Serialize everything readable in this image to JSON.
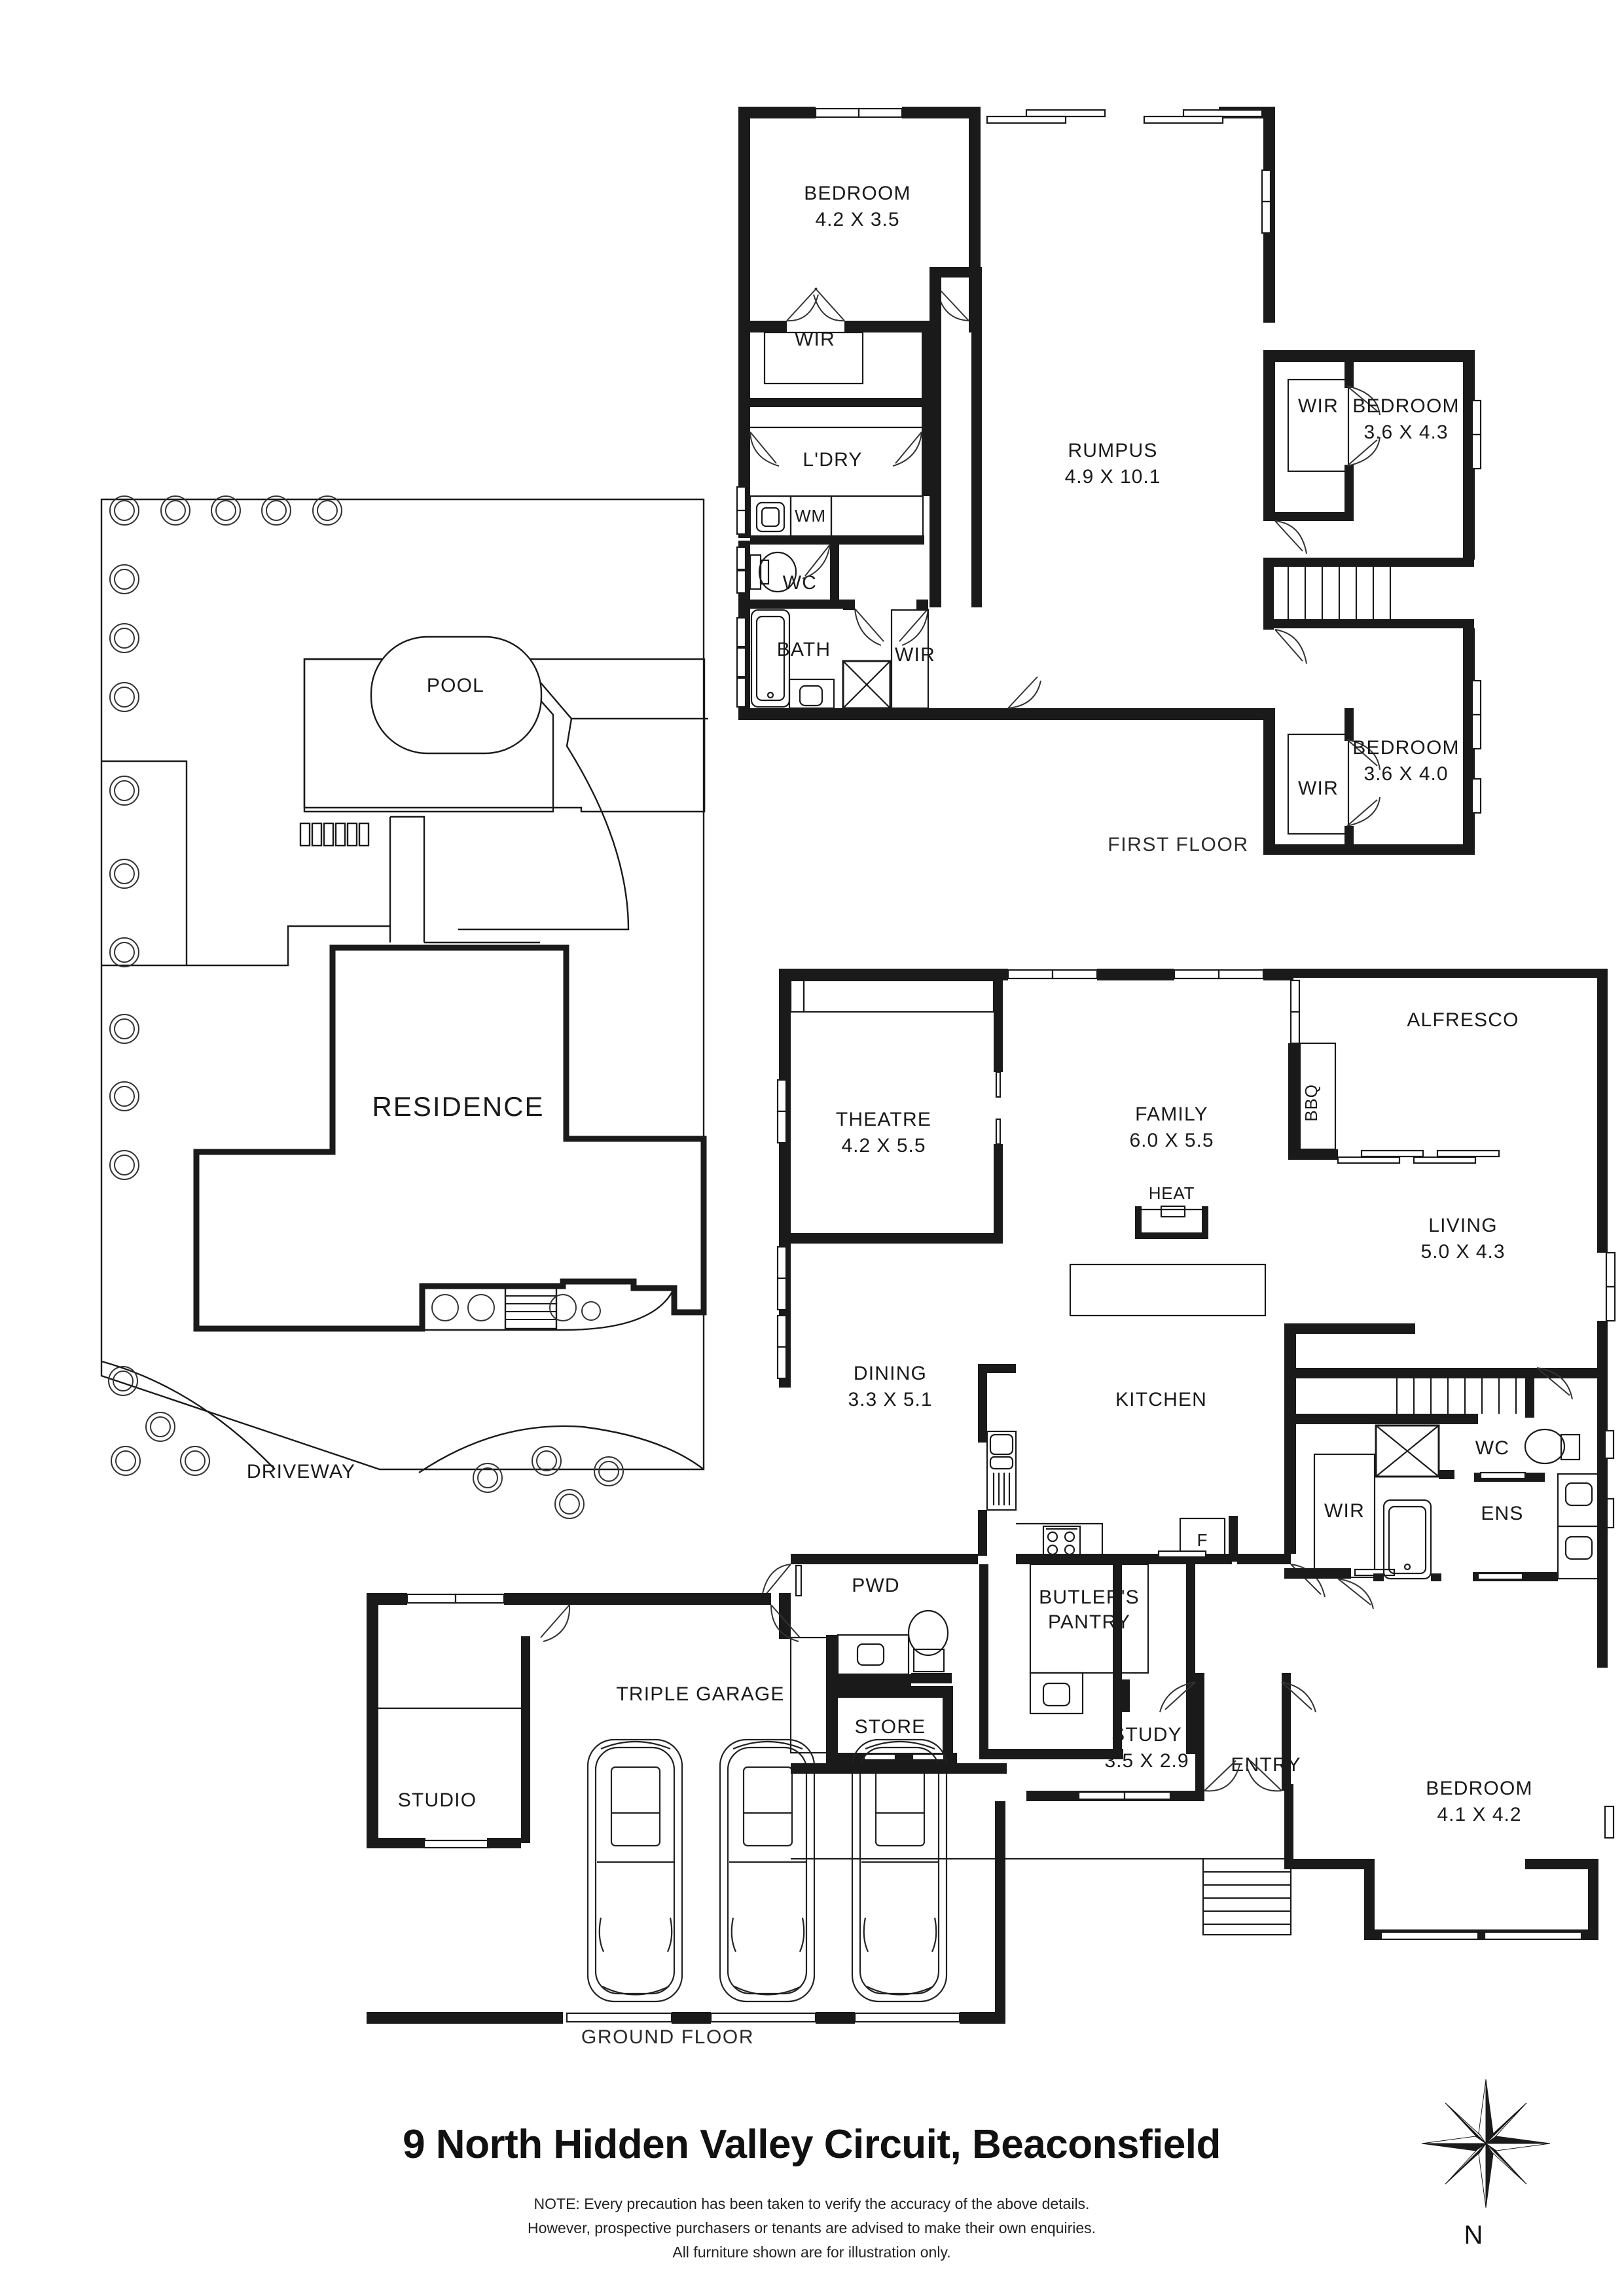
{
  "title": "9 North Hidden Valley Circuit, Beaconsfield",
  "notes": [
    "NOTE: Every precaution has been taken to verify the accuracy of the above details.",
    "However, prospective purchasers or tenants are advised to make their own enquiries.",
    "All furniture shown are for illustration only."
  ],
  "compass": {
    "label": "N",
    "icon": "compass-rose-icon"
  },
  "floors": {
    "first": {
      "label": "FIRST FLOOR"
    },
    "ground": {
      "label": "GROUND FLOOR"
    }
  },
  "site_plan": {
    "pool_label": "POOL",
    "residence_label": "RESIDENCE",
    "driveway_label": "DRIVEWAY"
  },
  "first_floor_rooms": [
    {
      "name": "BEDROOM",
      "dim": "4.2 X 3.5"
    },
    {
      "name": "WIR",
      "dim": ""
    },
    {
      "name": "L'DRY",
      "dim": ""
    },
    {
      "name": "WM",
      "dim": ""
    },
    {
      "name": "WC",
      "dim": ""
    },
    {
      "name": "BATH",
      "dim": ""
    },
    {
      "name": "WIR",
      "dim": ""
    },
    {
      "name": "RUMPUS",
      "dim": "4.9 X 10.1"
    },
    {
      "name": "WIR",
      "dim": ""
    },
    {
      "name": "BEDROOM",
      "dim": "3.6 X 4.3"
    },
    {
      "name": "WIR",
      "dim": ""
    },
    {
      "name": "BEDROOM",
      "dim": "3.6 X 4.0"
    }
  ],
  "ground_floor_rooms": [
    {
      "name": "THEATRE",
      "dim": "4.2 X 5.5"
    },
    {
      "name": "FAMILY",
      "dim": "6.0 X 5.5"
    },
    {
      "name": "BBQ",
      "dim": ""
    },
    {
      "name": "ALFRESCO",
      "dim": ""
    },
    {
      "name": "HEAT",
      "dim": ""
    },
    {
      "name": "LIVING",
      "dim": "5.0 X 4.3"
    },
    {
      "name": "DINING",
      "dim": "3.3 X 5.1"
    },
    {
      "name": "KITCHEN",
      "dim": ""
    },
    {
      "name": "F",
      "dim": ""
    },
    {
      "name": "WC",
      "dim": ""
    },
    {
      "name": "PWD",
      "dim": ""
    },
    {
      "name": "BUTLER'S PANTRY",
      "dim": ""
    },
    {
      "name": "WIR",
      "dim": ""
    },
    {
      "name": "ENS",
      "dim": ""
    },
    {
      "name": "STORE",
      "dim": ""
    },
    {
      "name": "TRIPLE GARAGE",
      "dim": ""
    },
    {
      "name": "STUDY",
      "dim": "3.5 X 2.9"
    },
    {
      "name": "ENTRY",
      "dim": ""
    },
    {
      "name": "BEDROOM",
      "dim": "4.1 X 4.2"
    },
    {
      "name": "STUDIO",
      "dim": ""
    }
  ],
  "labels": {
    "bedroom1_name": "BEDROOM",
    "bedroom1_dim": "4.2 X 3.5",
    "wir_a": "WIR",
    "ldry": "L'DRY",
    "wm": "WM",
    "wc_ff": "WC",
    "bath": "BATH",
    "wir_b": "WIR",
    "rumpus_name": "RUMPUS",
    "rumpus_dim": "4.9 X 10.1",
    "wir_c": "WIR",
    "bedroom2_name": "BEDROOM",
    "bedroom2_dim": "3.6 X 4.3",
    "wir_d": "WIR",
    "bedroom3_name": "BEDROOM",
    "bedroom3_dim": "3.6 X 4.0",
    "theatre_name": "THEATRE",
    "theatre_dim": "4.2 X 5.5",
    "family_name": "FAMILY",
    "family_dim": "6.0 X 5.5",
    "bbq": "BBQ",
    "alfresco": "ALFRESCO",
    "heat": "HEAT",
    "living_name": "LIVING",
    "living_dim": "5.0 X 4.3",
    "dining_name": "DINING",
    "dining_dim": "3.3 X 5.1",
    "kitchen": "KITCHEN",
    "fridge": "F",
    "wc_gf": "WC",
    "pwd": "PWD",
    "butlers_1": "BUTLER'S",
    "butlers_2": "PANTRY",
    "wir_e": "WIR",
    "ens": "ENS",
    "store": "STORE",
    "garage": "TRIPLE GARAGE",
    "study_name": "STUDY",
    "study_dim": "3.5 X 2.9",
    "entry": "ENTRY",
    "bedroom4_name": "BEDROOM",
    "bedroom4_dim": "4.1 X 4.2",
    "studio": "STUDIO",
    "pool": "POOL",
    "residence": "RESIDENCE",
    "driveway": "DRIVEWAY",
    "first_floor": "FIRST FLOOR",
    "ground_floor": "GROUND FLOOR",
    "north": "N"
  },
  "colors": {
    "ink": "#1a1a1a",
    "paper": "#ffffff"
  }
}
